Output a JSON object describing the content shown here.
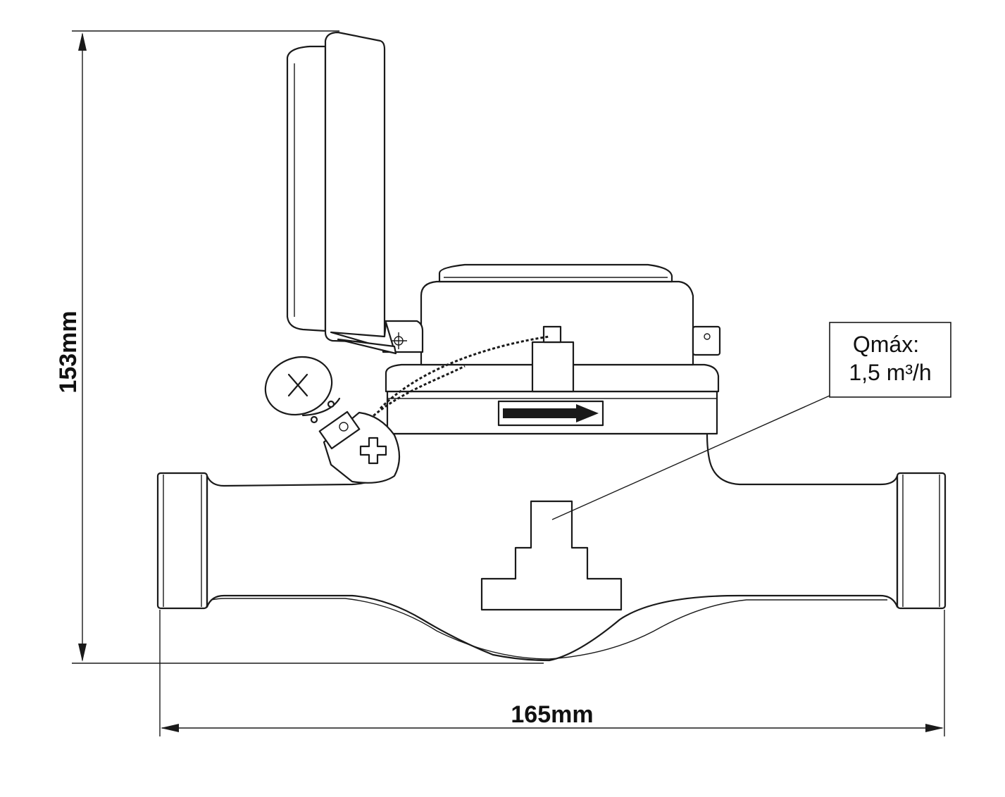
{
  "dimensions": {
    "height_label": "153mm",
    "width_label": "165mm"
  },
  "callout": {
    "line1": "Qmáx:",
    "line2": "1,5 m³/h"
  },
  "colors": {
    "line": "#1a1a1a",
    "background": "#ffffff"
  }
}
